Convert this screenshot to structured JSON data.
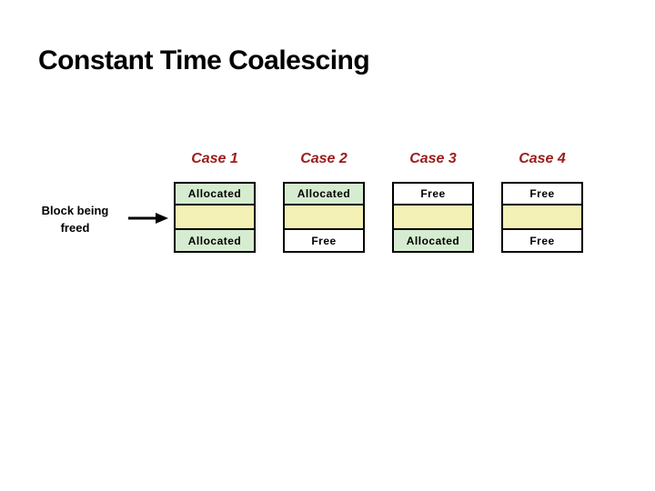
{
  "title": "Constant Time Coalescing",
  "freed_label": {
    "line1": "Block being",
    "line2": "freed"
  },
  "cases": [
    {
      "name": "Case 1",
      "cells": [
        "Allocated",
        "",
        "Allocated"
      ]
    },
    {
      "name": "Case 2",
      "cells": [
        "Allocated",
        "",
        "Free"
      ]
    },
    {
      "name": "Case 3",
      "cells": [
        "Free",
        "",
        "Allocated"
      ]
    },
    {
      "name": "Case 4",
      "cells": [
        "Free",
        "",
        "Free"
      ]
    }
  ],
  "icons": {
    "freed_arrow": "right-arrow"
  },
  "colors": {
    "title": "#000000",
    "case_header": "#9b1c1c",
    "border": "#000000",
    "allocated_fill": "#d6ecd0",
    "freeing_fill": "#f3f1b5",
    "free_fill": "#ffffff"
  }
}
